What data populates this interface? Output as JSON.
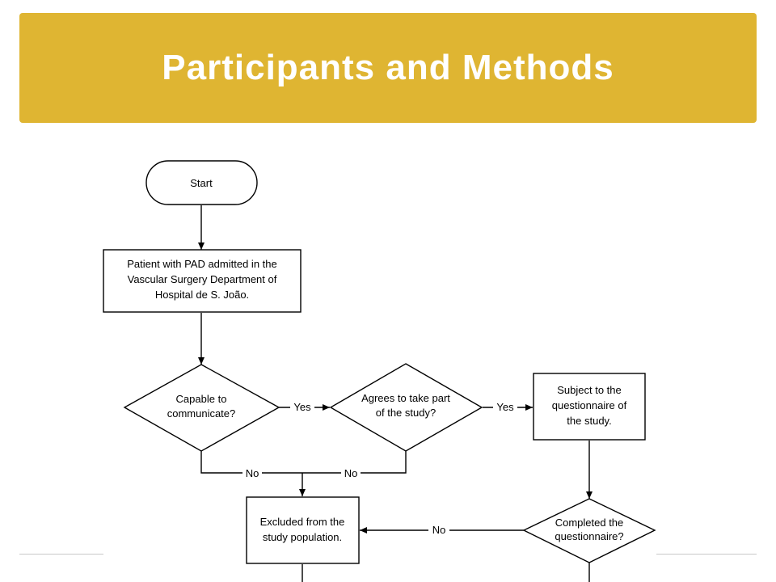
{
  "slide": {
    "title": "Participants and Methods"
  },
  "flowchart": {
    "start": "Start",
    "admitted": [
      "Patient with PAD admitted in the",
      "Vascular Surgery Department of",
      "Hospital de S. João."
    ],
    "capable": [
      "Capable to",
      "communicate?"
    ],
    "agrees": [
      "Agrees to take part",
      "of the study?"
    ],
    "questionnaire": [
      "Subject to the",
      "questionnaire of",
      "the study."
    ],
    "excluded": [
      "Excluded from the",
      "study population."
    ],
    "completed": [
      "Completed the",
      "questionnaire?"
    ],
    "yes1": "Yes",
    "yes2": "Yes",
    "no1": "No",
    "no2": "No",
    "no3": "No"
  }
}
